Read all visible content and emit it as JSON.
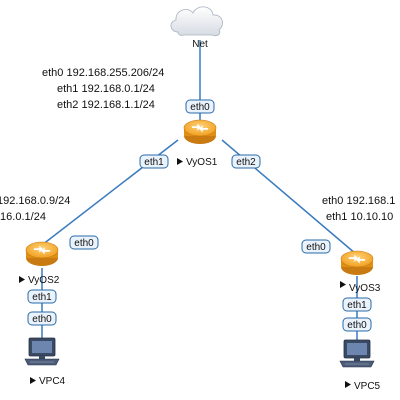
{
  "cloud": {
    "label": "Net",
    "icon": "cloud-icon"
  },
  "routers": {
    "vyos1": {
      "label": "VyOS1",
      "interfaces": [
        "eth0 192.168.255.206/24",
        "eth1 192.168.0.1/24",
        "eth2 192.168.1.1/24"
      ],
      "ports": {
        "top": "eth0",
        "left": "eth1",
        "right": "eth2"
      }
    },
    "vyos2": {
      "label": "VyOS2",
      "interfaces": [
        "192.168.0.9/24",
        ".16.0.1/24"
      ],
      "ports": {
        "up": "eth0",
        "down": "eth1"
      }
    },
    "vyos3": {
      "label": "VyOS3",
      "interfaces": [
        "eth0 192.168.1",
        "eth1 10.10.10"
      ],
      "ports": {
        "up": "eth0",
        "down": "eth1"
      }
    }
  },
  "pcs": {
    "vpc4": {
      "label": "VPC4",
      "port": "eth0"
    },
    "vpc5": {
      "label": "VPC5",
      "port": "eth0"
    }
  },
  "colors": {
    "router_fill": "#f5a623",
    "router_dark": "#c97a10",
    "link": "#3a7bbf",
    "port_border": "#2a6aa8",
    "port_fill": "#eaf3fb",
    "pc_body": "#3b4a63"
  },
  "icons": {
    "router": "router-icon",
    "pc": "computer-icon",
    "play": "play-marker-icon"
  }
}
